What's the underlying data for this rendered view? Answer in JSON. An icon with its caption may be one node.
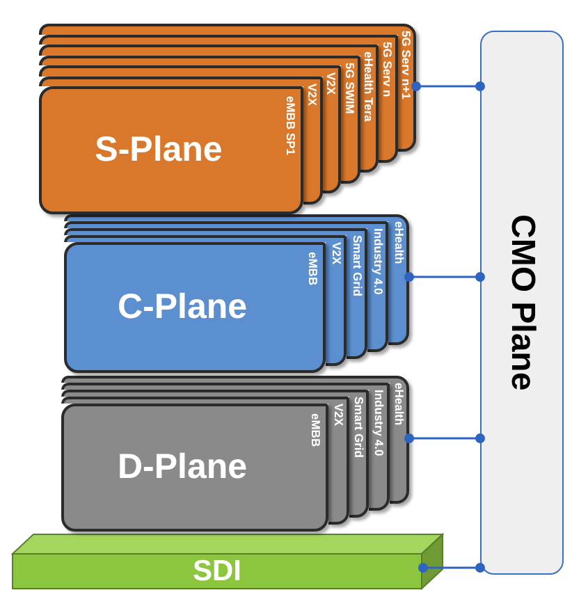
{
  "diagram": {
    "nodes": [
      {
        "text": [
          "S-Plane",
          "eMBB SP1"
        ]
      },
      {
        "text": [
          "V2X"
        ]
      },
      {
        "text": [
          "V2X"
        ]
      },
      {
        "text": [
          "5G SWIM"
        ]
      },
      {
        "text": [
          "eHealth Tera"
        ]
      },
      {
        "text": [
          "5G Serv n"
        ]
      },
      {
        "text": [
          "5G Serv n+1"
        ]
      },
      {
        "text": [
          "C-Plane",
          "eMBB"
        ]
      },
      {
        "text": [
          "V2X"
        ]
      },
      {
        "text": [
          "Smart Grid"
        ]
      },
      {
        "text": [
          "Industry 4.0"
        ]
      },
      {
        "text": [
          "eHealth"
        ]
      },
      {
        "text": [
          "D-Plane",
          "eMBB"
        ]
      },
      {
        "text": [
          "V2X"
        ]
      },
      {
        "text": [
          "Smart Grid"
        ]
      },
      {
        "text": [
          "Industry 4.0"
        ]
      },
      {
        "text": [
          "eHealth"
        ]
      },
      {
        "text": [
          "SDI"
        ]
      },
      {
        "text": [
          "CMO Plane"
        ]
      }
    ],
    "edges": [
      {
        "from": 6,
        "to": 18,
        "arrow": "other"
      },
      {
        "from": 11,
        "to": 18,
        "arrow": "other"
      },
      {
        "from": 16,
        "to": 18,
        "arrow": "other"
      },
      {
        "from": 17,
        "to": 18,
        "arrow": "other"
      }
    ]
  }
}
